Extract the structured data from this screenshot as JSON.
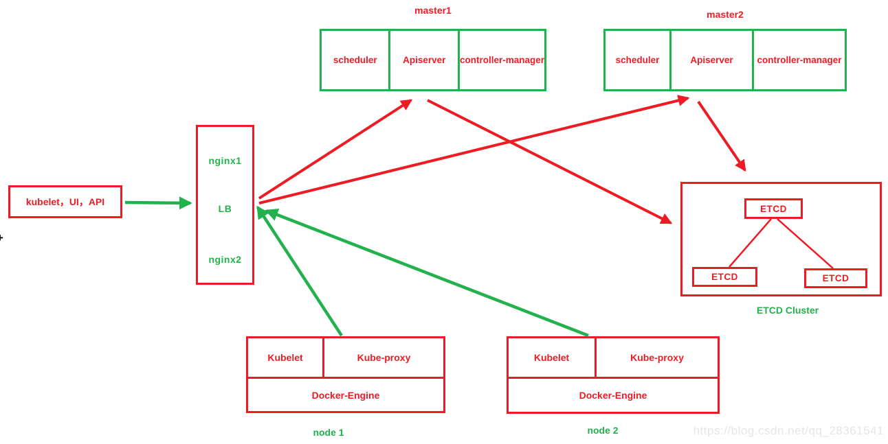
{
  "colors": {
    "red": "#ed1c24",
    "green": "#22b14c",
    "gray": "#e6e6e6"
  },
  "masters": [
    {
      "title": "master1",
      "cells": [
        "scheduler",
        "Apiserver",
        "controller-manager"
      ]
    },
    {
      "title": "master2",
      "cells": [
        "scheduler",
        "Apiserver",
        "controller-manager"
      ]
    }
  ],
  "client_box": {
    "label": "kubelet，UI，API"
  },
  "load_balancer": {
    "items": [
      "nginx1",
      "LB",
      "nginx2"
    ]
  },
  "etcd_cluster": {
    "label": "ETCD Cluster",
    "top_node": "ETCD",
    "left_node": "ETCD",
    "right_node": "ETCD"
  },
  "nodes": [
    {
      "title": "node 1",
      "components": [
        "Kubelet",
        "Kube-proxy"
      ],
      "engine": "Docker-Engine"
    },
    {
      "title": "node 2",
      "components": [
        "Kubelet",
        "Kube-proxy"
      ],
      "engine": "Docker-Engine"
    }
  ],
  "edges": [
    {
      "from": "client",
      "to": "load-balancer",
      "color": "green"
    },
    {
      "from": "load-balancer",
      "to": "master1-apiserver",
      "color": "red"
    },
    {
      "from": "load-balancer",
      "to": "master2-apiserver",
      "color": "red"
    },
    {
      "from": "master1-apiserver",
      "to": "etcd-cluster",
      "color": "red"
    },
    {
      "from": "master2-apiserver",
      "to": "etcd-cluster",
      "color": "red"
    },
    {
      "from": "node1",
      "to": "load-balancer",
      "color": "green"
    },
    {
      "from": "node2",
      "to": "load-balancer",
      "color": "green"
    }
  ],
  "watermark": "https://blog.csdn.net/qq_28361541",
  "artifact": "+"
}
